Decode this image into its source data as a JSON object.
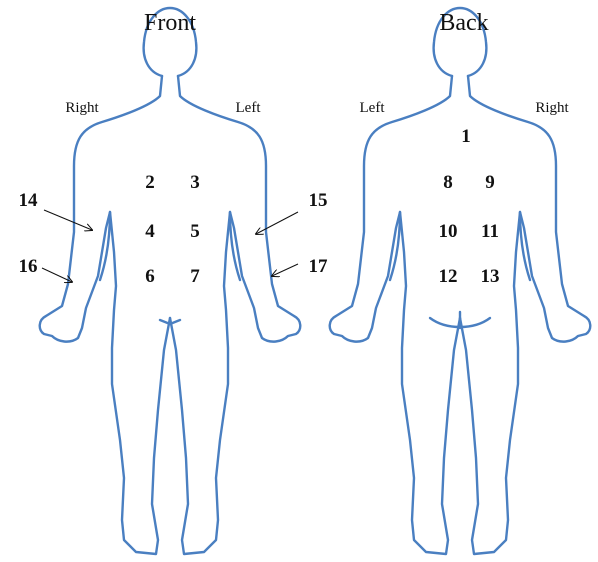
{
  "front": {
    "title": "Front",
    "side_left_of_image": "Right",
    "side_right_of_image": "Left",
    "regions": [
      "2",
      "3",
      "4",
      "5",
      "6",
      "7",
      "14",
      "15",
      "16",
      "17"
    ]
  },
  "back": {
    "title": "Back",
    "side_left_of_image": "Left",
    "side_right_of_image": "Right",
    "regions": [
      "1",
      "8",
      "9",
      "10",
      "11",
      "12",
      "13"
    ]
  },
  "colors": {
    "outline": "#4a7fc1",
    "text": "#111111"
  }
}
